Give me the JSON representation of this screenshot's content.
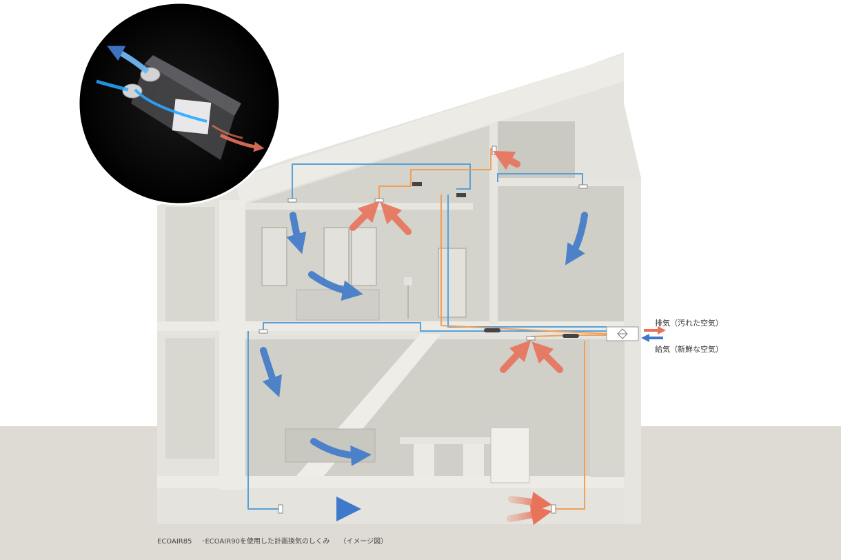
{
  "labels": {
    "exhaust": "排気（汚れた空気）",
    "supply": "給気（新鮮な空気）"
  },
  "caption": {
    "model": "ECOAIR85",
    "text": "･ECOAIR90を使用した計画換気のしくみ",
    "note": "（イメージ図）"
  },
  "colors": {
    "fresh_air": "#3f79c9",
    "stale_air": "#e8735a",
    "supply_duct": "#5aa0d8",
    "exhaust_duct": "#f0a05a",
    "wall": "#dcdcd4",
    "ground": "#d9d6cf",
    "inset_bg": "#000000"
  },
  "icons": [
    "ventilation-unit-icon",
    "heat-exchanger-icon"
  ]
}
